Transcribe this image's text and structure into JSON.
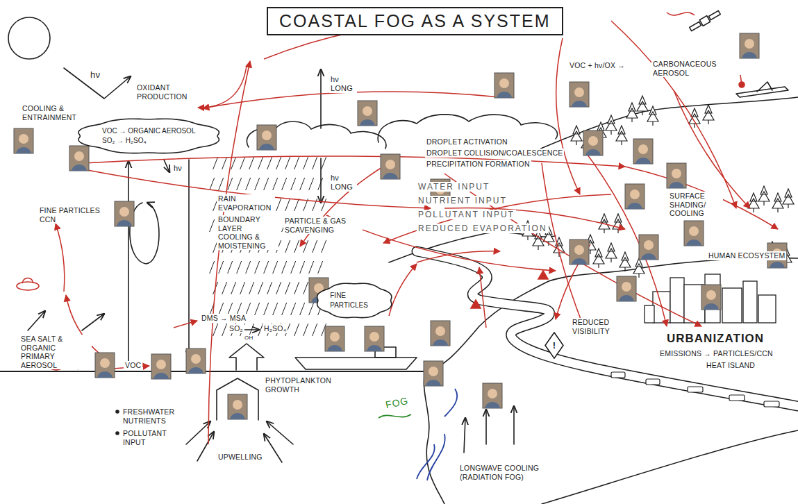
{
  "diagram": {
    "title": "COASTAL FOG AS A SYSTEM",
    "nodes": [
      {
        "text": [
          "VOC → ORGANIC AEROSOL",
          "SO₂ → H₂SO₄"
        ]
      },
      {
        "text": [
          "FINE PARTICLES"
        ]
      },
      {
        "text": [
          "!"
        ]
      }
    ],
    "labels": [
      "hν",
      "OXIDANT PRODUCTION",
      "COOLING & ENTRAINMENT",
      "hν",
      "FINE PARTICLES CCN",
      "hν LONG",
      "hν LONG",
      "RAIN EVAPORATION",
      "BOUNDARY LAYER COOLING & MOISTENING",
      "PARTICLE & GAS SCAVENGING",
      "DROPLET ACTIVATION",
      "DROPLET COLLISION/COALESCENCE",
      "PRECIPITATION FORMATION",
      "WATER INPUT",
      "NUTRIENT INPUT",
      "POLLUTANT INPUT",
      "REDUCED EVAPORATION",
      "VOC + hν/OX →",
      "CARBONACEOUS AEROSOL",
      "SURFACE SHADING/ COOLING",
      "HUMAN ECOSYSTEM",
      "REDUCED VISIBILITY",
      "URBANIZATION",
      "EMISSIONS → PARTICLES/CCN",
      "HEAT ISLAND",
      "SEA SALT & ORGANIC PRIMARY AEROSOL",
      "VOC",
      "DMS → MSA",
      "SO₂",
      "OH",
      "H₂SO₄",
      "PHYTOPLANKTON GROWTH",
      "FRESHWATER NUTRIENTS",
      "POLLUTANT INPUT",
      "UPWELLING",
      "LONGWAVE COOLING (RADIATION FOG)",
      "FOG"
    ]
  }
}
